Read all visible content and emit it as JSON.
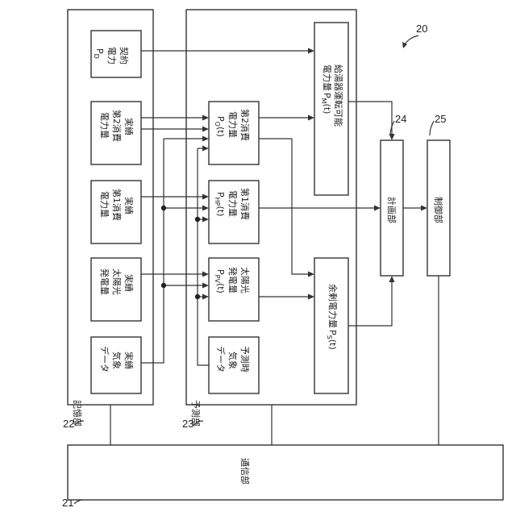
{
  "figure_number": "20",
  "units": {
    "communication": {
      "ref": "21",
      "label": "通信部"
    },
    "storage": {
      "ref": "22",
      "label": "記憶部"
    },
    "prediction": {
      "ref": "23",
      "label": "予測部"
    },
    "planning": {
      "ref": "24",
      "label": "計画部"
    },
    "control": {
      "ref": "25",
      "label": "制御部"
    }
  },
  "storage_blocks": {
    "contract_power": {
      "line1": "契約",
      "line2": "電力",
      "symbol": "P",
      "subscript": "D"
    },
    "actual_second_consumption": {
      "line1": "実績",
      "line2": "第2消費",
      "line3": "電力量"
    },
    "actual_first_consumption": {
      "line1": "実績",
      "line2": "第1消費",
      "line3": "電力量"
    },
    "actual_solar_generation": {
      "line1": "実績",
      "line2": "太陽光",
      "line3": "発電量"
    },
    "actual_weather_data": {
      "line1": "実績",
      "line2": "気象",
      "line3": "データ"
    }
  },
  "prediction_blocks": {
    "second_consumption": {
      "line1": "第2消費",
      "line2": "電力量",
      "symbol": "P",
      "subscript": "O",
      "suffix": "(t)"
    },
    "first_consumption": {
      "line1": "第1消費",
      "line2": "電力量",
      "symbol": "P",
      "subscript": "HP",
      "suffix": "(t)"
    },
    "solar_generation": {
      "line1": "太陽光",
      "line2": "発電量",
      "symbol": "P",
      "subscript": "PV",
      "suffix": "(t)"
    },
    "forecast_weather": {
      "line1": "予測時",
      "line2": "気象",
      "line3": "データ"
    },
    "water_heater_power": {
      "line1": "給湯器運転可能",
      "line2": "電力量",
      "symbol": "P",
      "subscript": "M",
      "suffix": "(t)"
    },
    "surplus_power": {
      "line1": "余剰電力量",
      "symbol": "P",
      "subscript": "S",
      "suffix": "(t)"
    }
  }
}
